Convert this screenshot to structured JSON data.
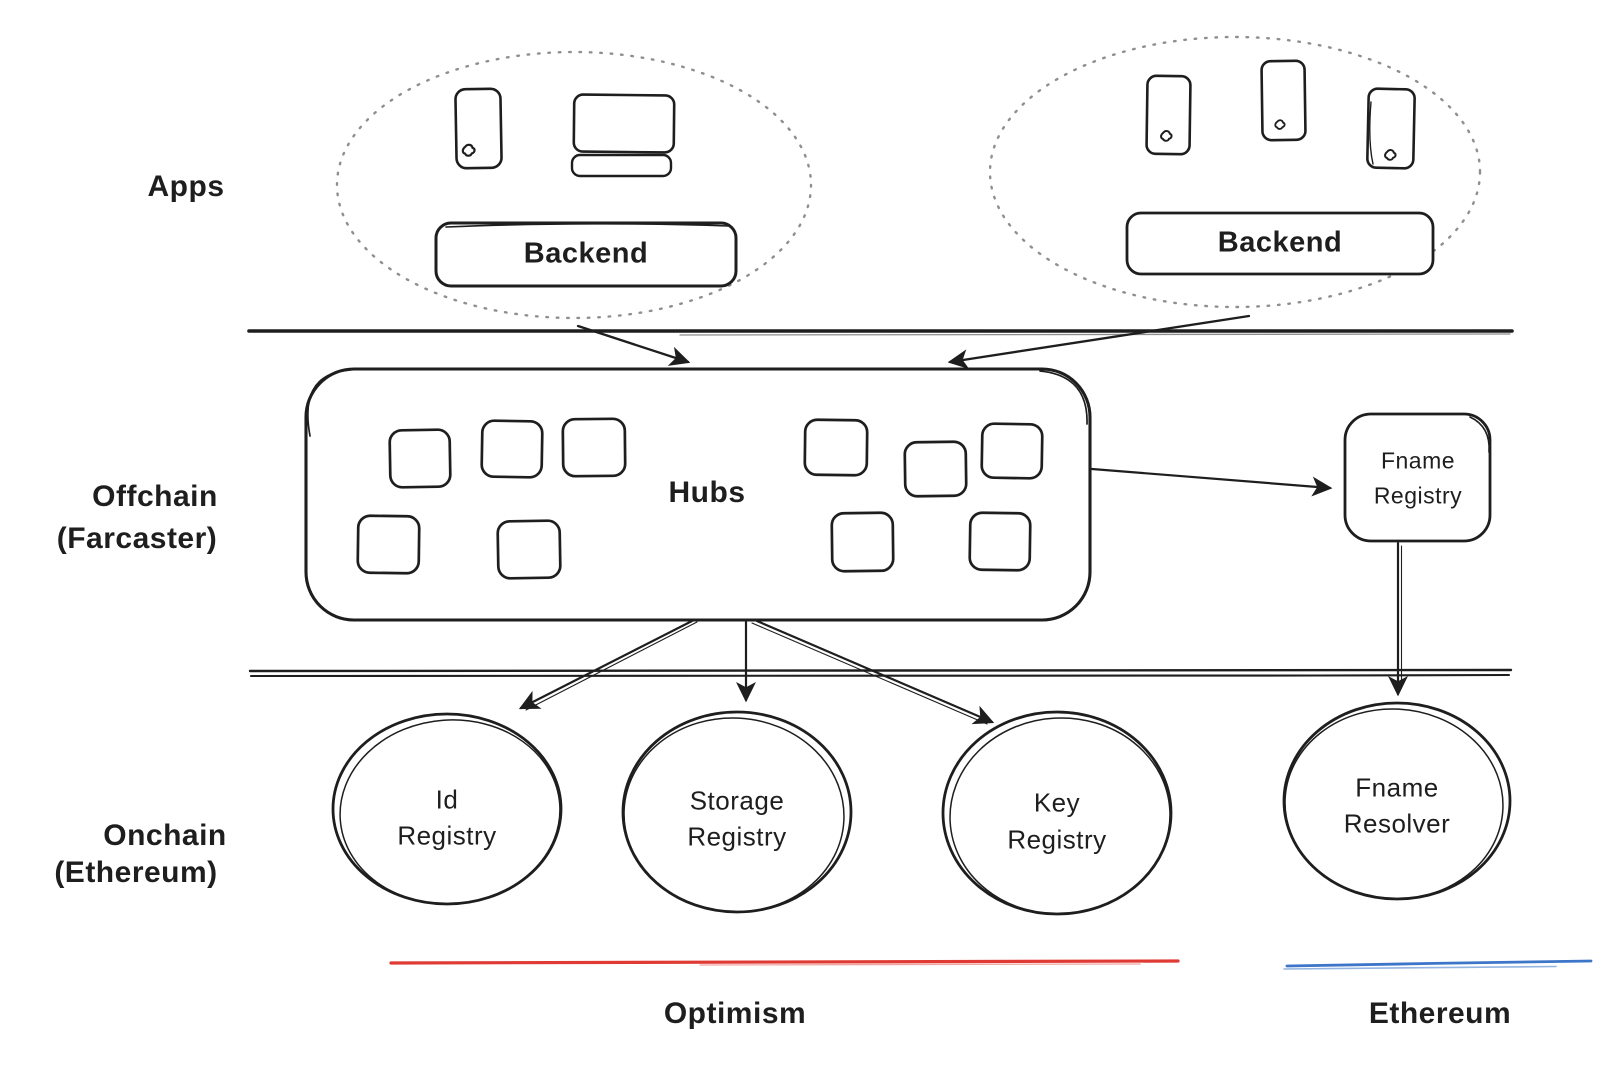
{
  "diagram": {
    "title_labels": {
      "apps": "Apps",
      "offchain1": "Offchain",
      "offchain2": "(Farcaster)",
      "onchain1": "Onchain",
      "onchain2": "(Ethereum)"
    },
    "apps_layer": {
      "left_group": {
        "backend": "Backend"
      },
      "right_group": {
        "backend": "Backend"
      }
    },
    "offchain_layer": {
      "hubs": "Hubs",
      "fname_registry1": "Fname",
      "fname_registry2": "Registry"
    },
    "onchain_layer": {
      "id_registry1": "Id",
      "id_registry2": "Registry",
      "storage_registry1": "Storage",
      "storage_registry2": "Registry",
      "key_registry1": "Key",
      "key_registry2": "Registry",
      "fname_resolver1": "Fname",
      "fname_resolver2": "Resolver"
    },
    "chain_labels": {
      "optimism": "Optimism",
      "ethereum": "Ethereum"
    },
    "colors": {
      "ink": "#1e1e1e",
      "dotted": "#8f8f8f",
      "optimism_line": "#df3a33",
      "ethereum_line": "#3d76c8"
    },
    "icons": {
      "phone": "phone-icon",
      "desktop": "desktop-icon",
      "app_logo": "app-logo-icon"
    }
  }
}
